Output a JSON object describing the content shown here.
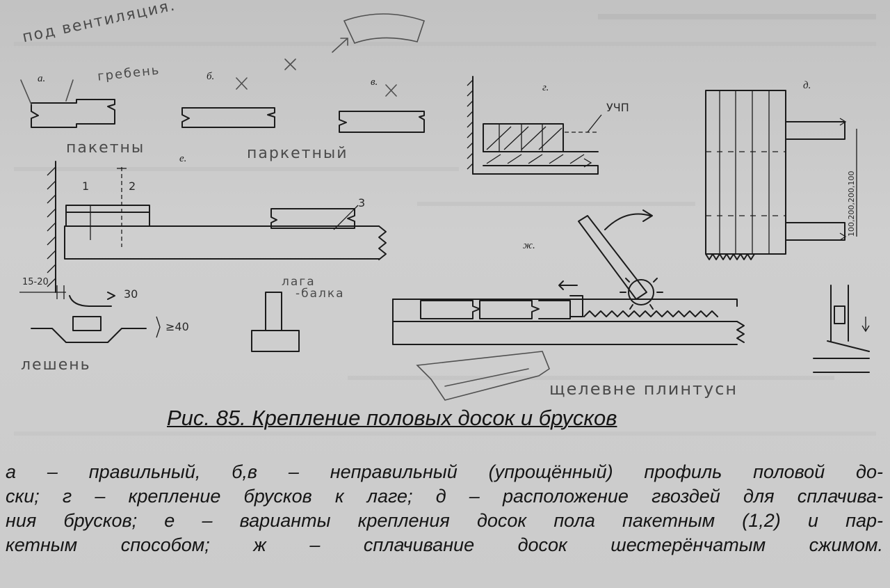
{
  "figure": {
    "caption": "Рис. 85. Крепление половых досок и брусков",
    "description_lines": [
      "а – правильный, б,в – неправильный (упрощённый) профиль половой до-",
      "ски; г – крепление брусков к лаге; д – расположение гвоздей для сплачива-",
      "ния брусков; е – варианты крепления досок пола пакетным (1,2) и пар-",
      "кетным способом; ж – сплачивание досок шестерёнчатым сжимом."
    ],
    "panel_labels": {
      "a": "а.",
      "b": "б.",
      "v": "в.",
      "g": "г.",
      "d": "д.",
      "e": "е.",
      "zh": "ж."
    },
    "dimension_labels": {
      "n1": "1",
      "n2": "2",
      "n3": "3",
      "gap": "15-20",
      "depth": "30",
      "height": "≥40",
      "spacing": "100,200,200,100",
      "ucp": "УЧП"
    },
    "handwritten_notes": {
      "ventilation": "под вентиляция.",
      "comb": "гребень",
      "package": "пакетны",
      "parquet": "паркетный",
      "tie": "лага",
      "beam": "-балка",
      "lashen": "лешень",
      "plinth": "щелевне плинтусн"
    }
  }
}
